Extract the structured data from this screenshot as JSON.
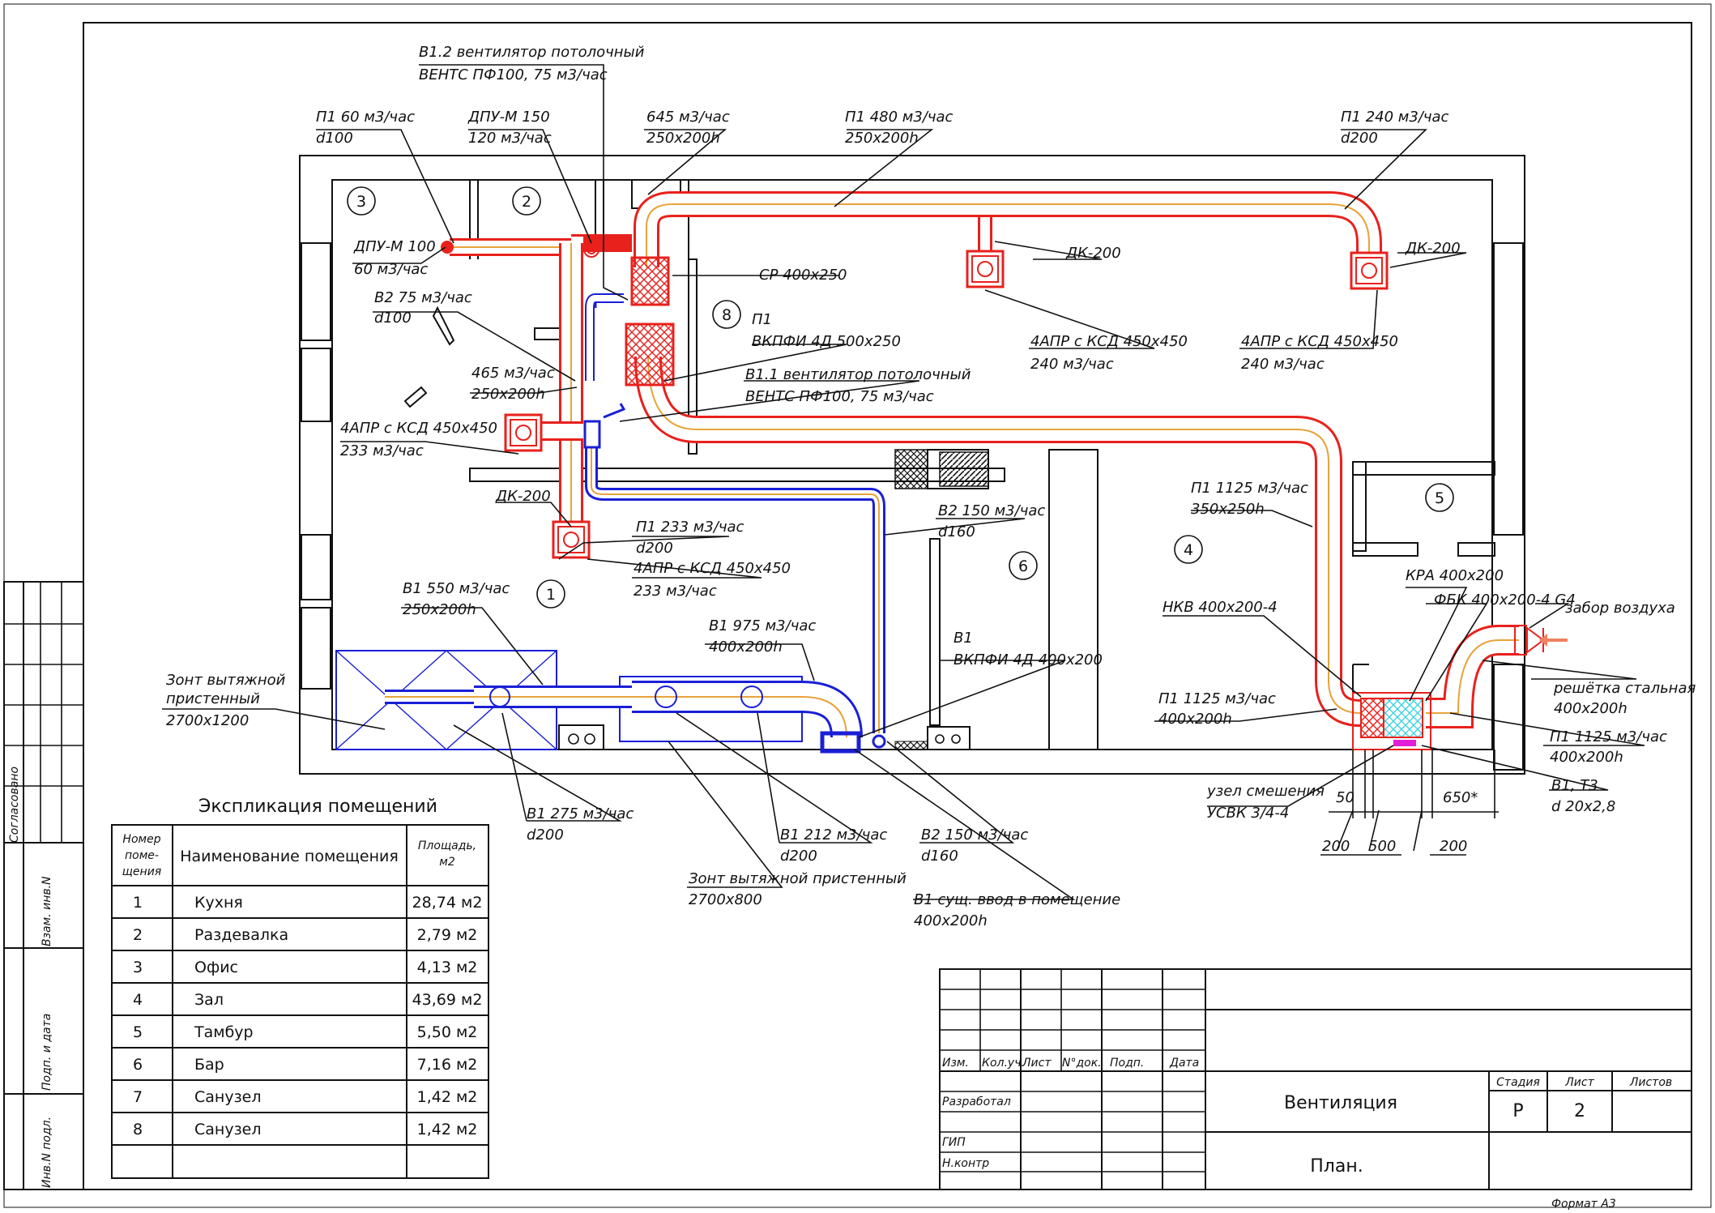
{
  "drawing": {
    "title": "Вентиляция",
    "subtitle": "План.",
    "stage_label": "Стадия",
    "stage": "Р",
    "sheet_label": "Лист",
    "sheet": "2",
    "sheets_label": "Листов",
    "format": "Формат   А3",
    "agreed": "Согласовано",
    "vzam": "Взам. инв.N",
    "podp_data": "Подп. и дата",
    "inv_podl": "Инв.N подл."
  },
  "stamp": {
    "izm": "Изм.",
    "koluch": "Кол.уч.",
    "list": "Лист",
    "ndok": "N°док.",
    "podp": "Подп.",
    "data": "Дата",
    "razrab": "Разработал",
    "gip": "ГИП",
    "nkontr": "Н.контр"
  },
  "explication": {
    "title": "Экспликация помещений",
    "col1": [
      "Номер",
      "поме-",
      "щения"
    ],
    "col2": "Наименование помещения",
    "col3": [
      "Площадь,",
      "м2"
    ],
    "rows": [
      {
        "n": "1",
        "name": "Кухня",
        "area": "28,74 м2"
      },
      {
        "n": "2",
        "name": "Раздевалка",
        "area": "2,79 м2"
      },
      {
        "n": "3",
        "name": "Офис",
        "area": "4,13 м2"
      },
      {
        "n": "4",
        "name": "Зал",
        "area": "43,69 м2"
      },
      {
        "n": "5",
        "name": "Тамбур",
        "area": "5,50 м2"
      },
      {
        "n": "6",
        "name": "Бар",
        "area": "7,16 м2"
      },
      {
        "n": "7",
        "name": "Санузел",
        "area": "1,42 м2"
      },
      {
        "n": "8",
        "name": "Санузел",
        "area": "1,42 м2"
      }
    ]
  },
  "rooms": [
    "3",
    "2",
    "8",
    "1",
    "6",
    "4",
    "5"
  ],
  "labels": {
    "b12_a": "В1.2 вентилятор потолочный",
    "b12_b": "ВЕНТС ПФ100, 75 м3/час",
    "p1_60_a": "П1 60 м3/час",
    "p1_60_b": "d100",
    "dpu150_a": "ДПУ-М 150",
    "dpu150_b": "120 м3/час",
    "p645_a": "645 м3/час",
    "p645_b": "250х200h",
    "p480_a": "П1 480 м3/час",
    "p480_b": "250х200h",
    "p240_a": "П1 240 м3/час",
    "p240_b": "d200",
    "dpu100_a": "ДПУ-М 100",
    "dpu100_b": "60 м3/час",
    "dk200_a": "ДК-200",
    "dk200_b": "ДК-200",
    "sr": "СР 400х250",
    "b2_75_a": "В2 75 м3/час",
    "b2_75_b": "d100",
    "p1_a": "П1",
    "p1_b": "ВКПФИ 4Д 500х250",
    "apr1_a": "4АПР с КСД 450х450",
    "apr1_b": "240 м3/час",
    "apr2_a": "4АПР с КСД 450х450",
    "apr2_b": "240 м3/час",
    "p465_a": "465 м3/час",
    "p465_b": "250х200h",
    "b11_a": "В1.1 вентилятор потолочный",
    "b11_b": "ВЕНТС ПФ100, 75 м3/час",
    "apr3_a": "4АПР с КСД 450х450",
    "apr3_b": "233 м3/час",
    "dk200_c": "ДК-200",
    "p233_a": "П1 233 м3/час",
    "p233_b": "d200",
    "apr4_a": "4АПР с КСД 450х450",
    "apr4_b": "233 м3/час",
    "b2_150_a": "В2 150 м3/час",
    "b2_150_b": "d160",
    "p1125_a": "П1 1125 м3/час",
    "p1125_b": "350х250h",
    "kra": "КРА 400х200",
    "fbk": "ФБК 400х200-4 G4",
    "zabor": "забор воздуха",
    "nkv": "НКВ 400х200-4",
    "b1_550_a": "В1 550 м3/час",
    "b1_550_b": "250х200h",
    "b1_975_a": "В1 975 м3/час",
    "b1_975_b": "400х200h",
    "b1_a": "В1",
    "b1_b": "ВКПФИ 4Д 400х200",
    "zont1_a": "Зонт вытяжной",
    "zont1_b": "пристенный",
    "zont1_c": "2700х1200",
    "p1125b_a": "П1 1125 м3/час",
    "p1125b_b": "400х200h",
    "resh_a": "решётка стальная",
    "resh_b": "400х200h",
    "p1125c_a": "П1 1125 м3/час",
    "p1125c_b": "400х200h",
    "b1_275_a": "В1 275 м3/час",
    "b1_275_b": "d200",
    "b1_212_a": "В1 212 м3/час",
    "b1_212_b": "d200",
    "b2_150c_a": "В2 150 м3/час",
    "b2_150c_b": "d160",
    "uzel_a": "узел смешения",
    "uzel_b": "УСВК 3/4-4",
    "b1t3_a": "В1, Т3",
    "b1t3_b": "d 20х2,8",
    "zont2_a": "Зонт вытяжной пристенный",
    "zont2_b": "2700х800",
    "b1vvod_a": "В1 сущ. ввод в помещение",
    "b1vvod_b": "400х200h"
  },
  "dims": [
    "50",
    "650*",
    "200",
    "500",
    "200"
  ],
  "colors": {
    "supply": "#e8211c",
    "exhaust": "#1a1fd6",
    "axis": "#e8a33a",
    "filter": "#3fd2e0",
    "heater": "#e01fd8"
  }
}
